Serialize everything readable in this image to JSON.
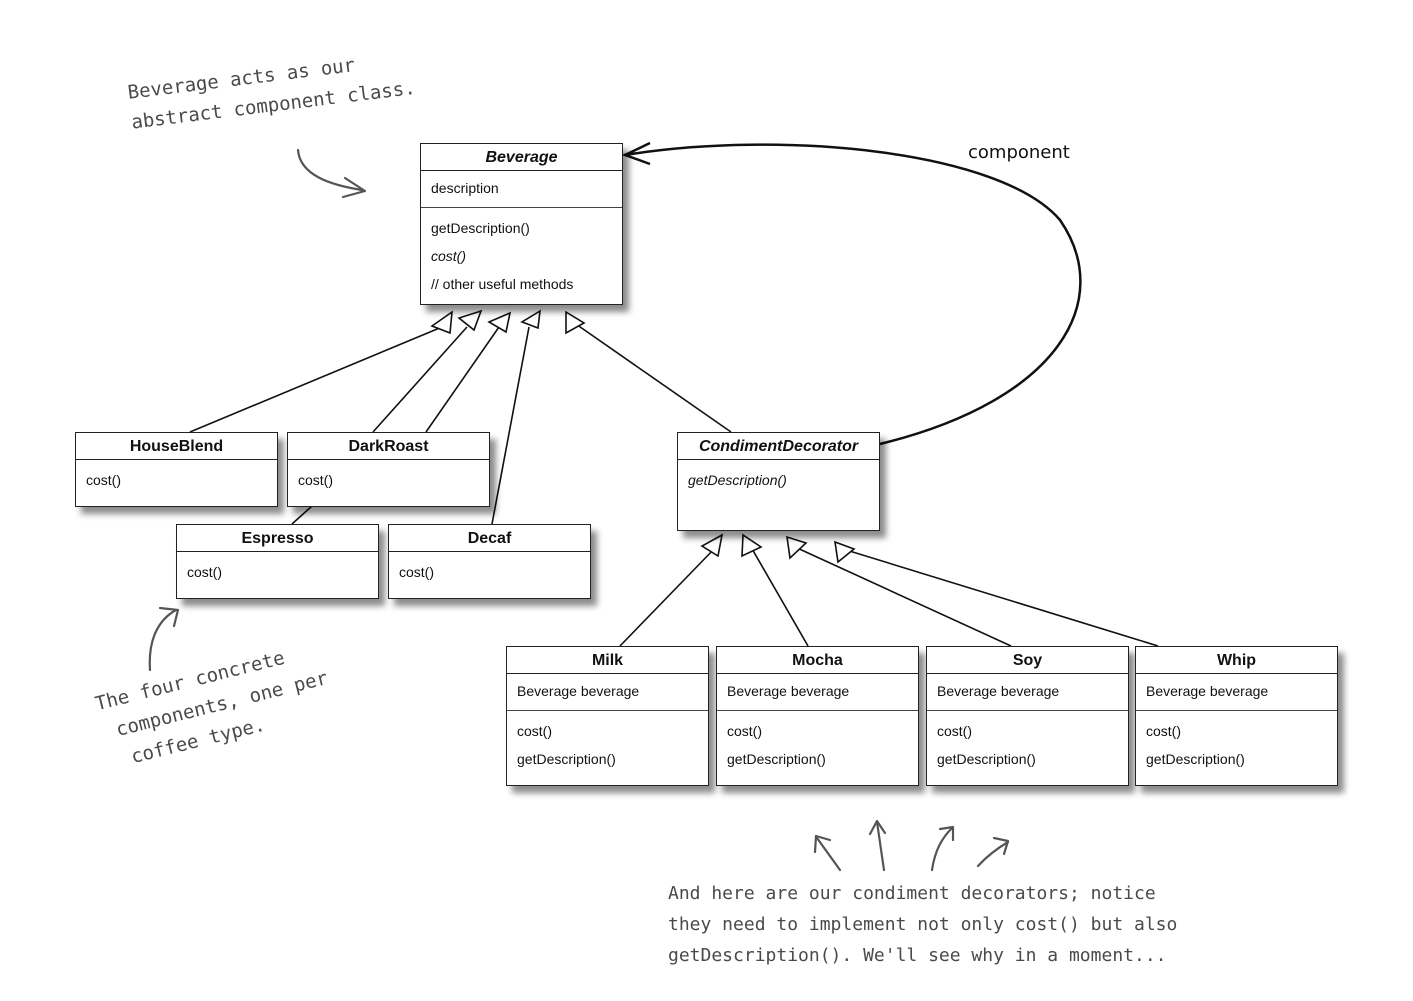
{
  "classes": {
    "beverage": {
      "name": "Beverage",
      "attr": "description",
      "methods": [
        "getDescription()",
        "cost()",
        "// other useful methods"
      ]
    },
    "houseblend": {
      "name": "HouseBlend",
      "methods": [
        "cost()"
      ]
    },
    "darkroast": {
      "name": "DarkRoast",
      "methods": [
        "cost()"
      ]
    },
    "espresso": {
      "name": "Espresso",
      "methods": [
        "cost()"
      ]
    },
    "decaf": {
      "name": "Decaf",
      "methods": [
        "cost()"
      ]
    },
    "condiment": {
      "name": "CondimentDecorator",
      "methods": [
        "getDescription()"
      ]
    },
    "milk": {
      "name": "Milk",
      "attr": "Beverage beverage",
      "methods": [
        "cost()",
        "getDescription()"
      ]
    },
    "mocha": {
      "name": "Mocha",
      "attr": "Beverage beverage",
      "methods": [
        "cost()",
        "getDescription()"
      ]
    },
    "soy": {
      "name": "Soy",
      "attr": "Beverage beverage",
      "methods": [
        "cost()",
        "getDescription()"
      ]
    },
    "whip": {
      "name": "Whip",
      "attr": "Beverage beverage",
      "methods": [
        "cost()",
        "getDescription()"
      ]
    }
  },
  "association_label": "component",
  "notes": {
    "abstract": [
      "Beverage acts as our",
      "abstract component class."
    ],
    "concrete": [
      "The four concrete",
      "components, one per",
      "coffee type."
    ],
    "decorators": [
      "And here are our condiment decorators; notice",
      "they need to implement not only cost() but also",
      "getDescription(). We'll see why in a moment..."
    ]
  }
}
